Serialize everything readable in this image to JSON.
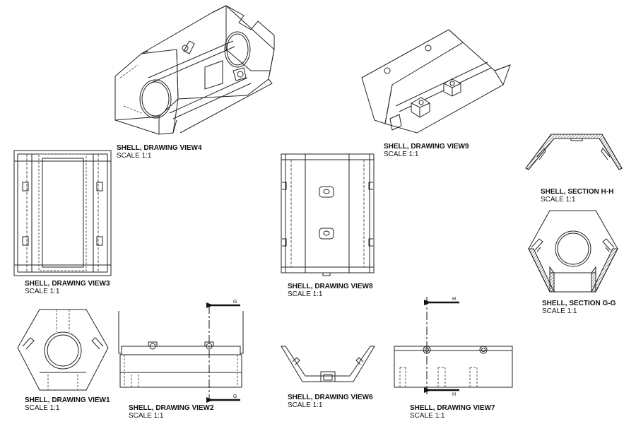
{
  "sheet": {
    "views": {
      "view4": {
        "title": "SHELL, DRAWING VIEW4",
        "scale": "SCALE 1:1"
      },
      "view9": {
        "title": "SHELL, DRAWING VIEW9",
        "scale": "SCALE 1:1"
      },
      "view3": {
        "title": "SHELL, DRAWING VIEW3",
        "scale": "SCALE 1:1"
      },
      "view8": {
        "title": "SHELL, DRAWING VIEW8",
        "scale": "SCALE 1:1"
      },
      "secHH": {
        "title": "SHELL, SECTION H-H",
        "scale": "SCALE 1:1"
      },
      "secGG": {
        "title": "SHELL, SECTION G-G",
        "scale": "SCALE 1:1"
      },
      "view1": {
        "title": "SHELL, DRAWING VIEW1",
        "scale": "SCALE 1:1"
      },
      "view2": {
        "title": "SHELL, DRAWING VIEW2",
        "scale": "SCALE 1:1"
      },
      "view6": {
        "title": "SHELL, DRAWING VIEW6",
        "scale": "SCALE 1:1"
      },
      "view7": {
        "title": "SHELL, DRAWING VIEW7",
        "scale": "SCALE 1:1"
      }
    },
    "section_markers": {
      "g_top": "G",
      "g_bottom": "G",
      "h_top": "H",
      "h_bottom": "H"
    },
    "colors": {
      "line": "#222222",
      "hidden": "#555555",
      "hatch": "#666666",
      "paper": "#ffffff"
    }
  }
}
